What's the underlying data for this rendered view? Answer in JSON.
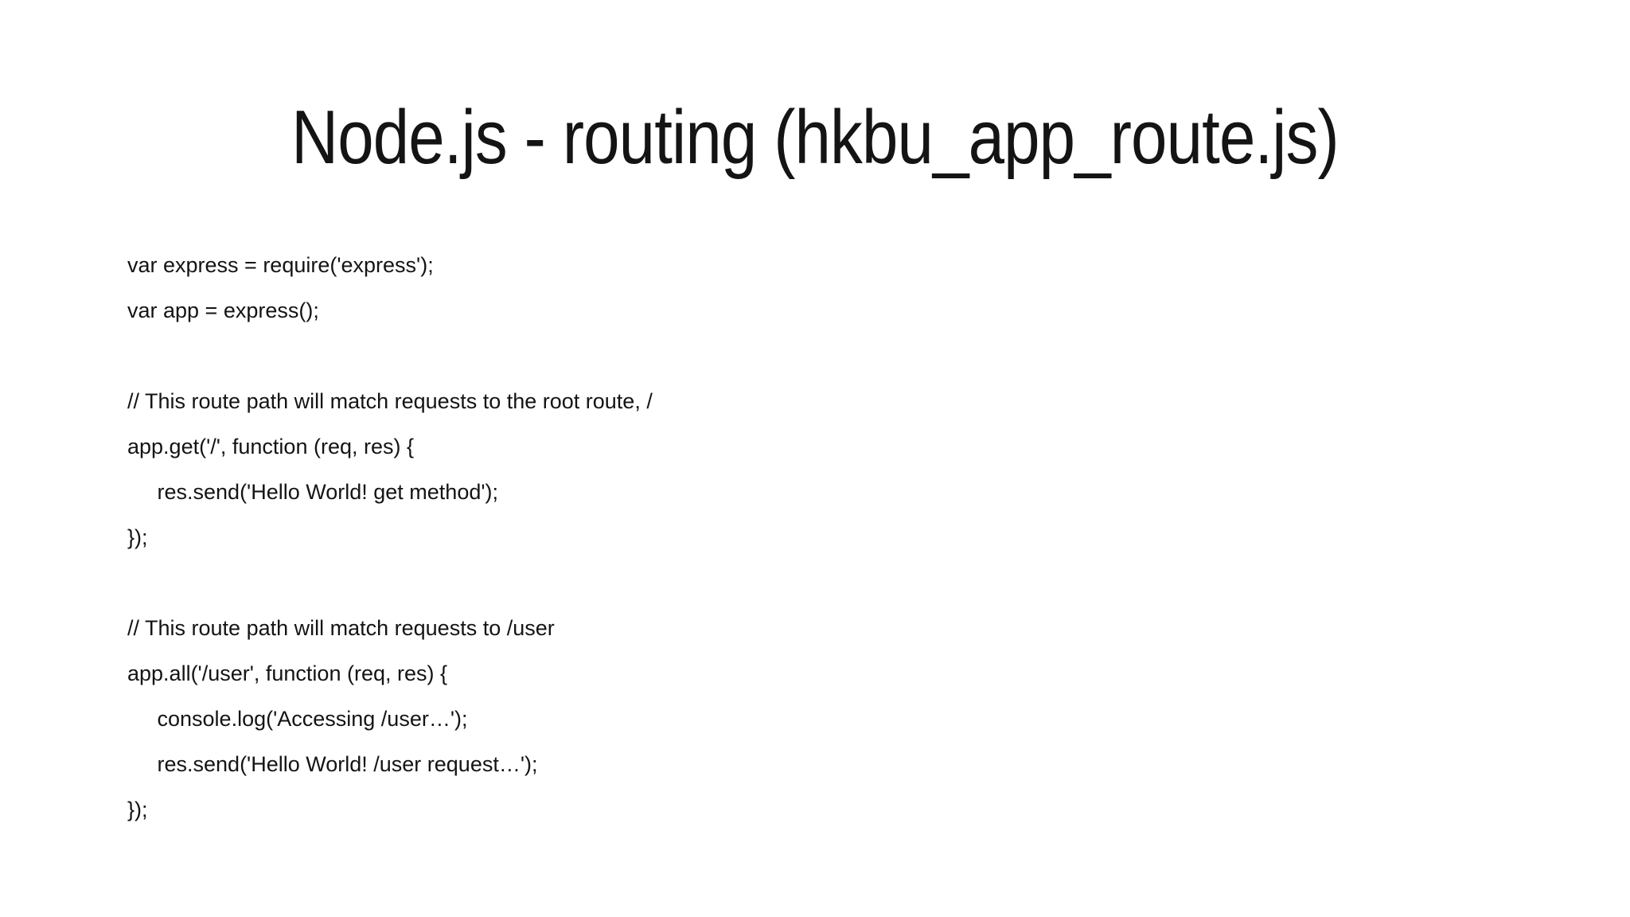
{
  "slide": {
    "title": "Node.js - routing (hkbu_app_route.js)",
    "code_lines": [
      "var express = require('express');",
      "var app = express();",
      "",
      "// This route path will match requests to the root route, /",
      "app.get('/', function (req, res) {",
      "     res.send('Hello World! get method');",
      "});",
      "",
      "// This route path will match requests to /user",
      "app.all('/user', function (req, res) {",
      "     console.log('Accessing /user…');",
      "     res.send('Hello World! /user request…');",
      "});"
    ]
  }
}
